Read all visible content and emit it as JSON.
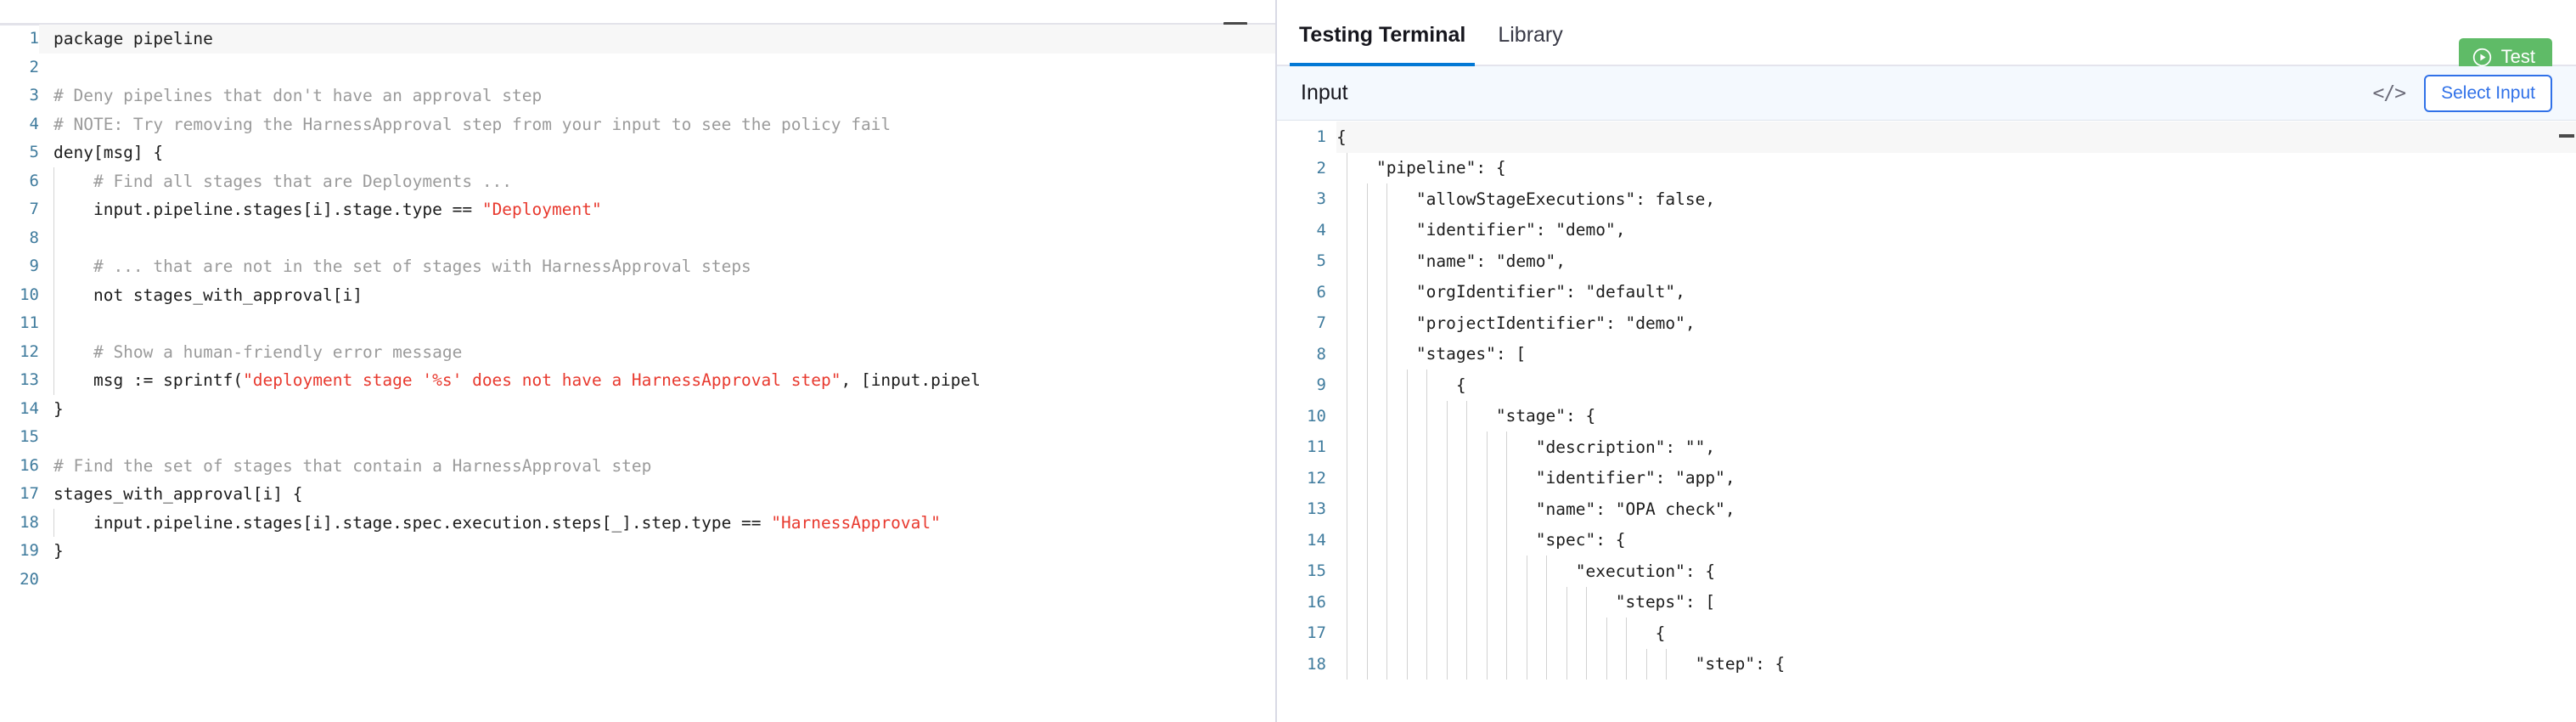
{
  "editor": {
    "language": "rego",
    "minimize_icon": "minimize-icon",
    "current_line": 1,
    "total_lines": 20,
    "lines": [
      {
        "n": 1,
        "indent": 0,
        "guide": false,
        "tokens": [
          {
            "t": "plain",
            "s": "package pipeline"
          }
        ]
      },
      {
        "n": 2,
        "indent": 0,
        "guide": false,
        "tokens": []
      },
      {
        "n": 3,
        "indent": 0,
        "guide": false,
        "tokens": [
          {
            "t": "cmt",
            "s": "# Deny pipelines that don't have an approval step"
          }
        ]
      },
      {
        "n": 4,
        "indent": 0,
        "guide": false,
        "tokens": [
          {
            "t": "cmt",
            "s": "# NOTE: Try removing the HarnessApproval step from your input to see the policy fail"
          }
        ]
      },
      {
        "n": 5,
        "indent": 0,
        "guide": false,
        "tokens": [
          {
            "t": "plain",
            "s": "deny[msg] {"
          }
        ]
      },
      {
        "n": 6,
        "indent": 1,
        "guide": true,
        "tokens": [
          {
            "t": "cmt",
            "s": "    # Find all stages that are Deployments ..."
          }
        ]
      },
      {
        "n": 7,
        "indent": 1,
        "guide": true,
        "tokens": [
          {
            "t": "plain",
            "s": "    input.pipeline.stages[i].stage.type == "
          },
          {
            "t": "str",
            "s": "\"Deployment\""
          }
        ]
      },
      {
        "n": 8,
        "indent": 1,
        "guide": true,
        "tokens": []
      },
      {
        "n": 9,
        "indent": 1,
        "guide": true,
        "tokens": [
          {
            "t": "cmt",
            "s": "    # ... that are not in the set of stages with HarnessApproval steps"
          }
        ]
      },
      {
        "n": 10,
        "indent": 1,
        "guide": true,
        "tokens": [
          {
            "t": "plain",
            "s": "    not stages_with_approval[i]"
          }
        ]
      },
      {
        "n": 11,
        "indent": 1,
        "guide": true,
        "tokens": []
      },
      {
        "n": 12,
        "indent": 1,
        "guide": true,
        "tokens": [
          {
            "t": "cmt",
            "s": "    # Show a human-friendly error message"
          }
        ]
      },
      {
        "n": 13,
        "indent": 1,
        "guide": true,
        "tokens": [
          {
            "t": "plain",
            "s": "    msg := sprintf("
          },
          {
            "t": "str",
            "s": "\"deployment stage '%s' does not have a HarnessApproval step\""
          },
          {
            "t": "plain",
            "s": ", [input.pipel"
          }
        ]
      },
      {
        "n": 14,
        "indent": 0,
        "guide": false,
        "tokens": [
          {
            "t": "plain",
            "s": "}"
          }
        ]
      },
      {
        "n": 15,
        "indent": 0,
        "guide": false,
        "tokens": []
      },
      {
        "n": 16,
        "indent": 0,
        "guide": false,
        "tokens": [
          {
            "t": "cmt",
            "s": "# Find the set of stages that contain a HarnessApproval step"
          }
        ]
      },
      {
        "n": 17,
        "indent": 0,
        "guide": false,
        "tokens": [
          {
            "t": "plain",
            "s": "stages_with_approval[i] {"
          }
        ]
      },
      {
        "n": 18,
        "indent": 1,
        "guide": true,
        "tokens": [
          {
            "t": "plain",
            "s": "    input.pipeline.stages[i].stage.spec.execution.steps[_].step.type == "
          },
          {
            "t": "str",
            "s": "\"HarnessApproval\""
          }
        ]
      },
      {
        "n": 19,
        "indent": 0,
        "guide": false,
        "tokens": [
          {
            "t": "plain",
            "s": "}"
          }
        ]
      },
      {
        "n": 20,
        "indent": 0,
        "guide": false,
        "tokens": []
      }
    ]
  },
  "terminal": {
    "tabs": [
      {
        "label": "Testing Terminal",
        "active": true
      },
      {
        "label": "Library",
        "active": false
      }
    ],
    "test_button": {
      "label": "Test",
      "icon": "play-circle-icon",
      "color": "#5fbb67"
    },
    "input_panel": {
      "label": "Input",
      "code_icon": "code-brackets-icon",
      "select_input_label": "Select Input",
      "accent_color": "#3071e8",
      "background_color": "#f4f9fe"
    },
    "json_editor": {
      "current_line": 1,
      "lines": [
        {
          "n": 1,
          "guides": 0,
          "code": "{"
        },
        {
          "n": 2,
          "guides": 1,
          "code": "    \"pipeline\": {"
        },
        {
          "n": 3,
          "guides": 3,
          "code": "        \"allowStageExecutions\": false,"
        },
        {
          "n": 4,
          "guides": 3,
          "code": "        \"identifier\": \"demo\","
        },
        {
          "n": 5,
          "guides": 3,
          "code": "        \"name\": \"demo\","
        },
        {
          "n": 6,
          "guides": 3,
          "code": "        \"orgIdentifier\": \"default\","
        },
        {
          "n": 7,
          "guides": 3,
          "code": "        \"projectIdentifier\": \"demo\","
        },
        {
          "n": 8,
          "guides": 3,
          "code": "        \"stages\": ["
        },
        {
          "n": 9,
          "guides": 5,
          "code": "            {"
        },
        {
          "n": 10,
          "guides": 7,
          "code": "                \"stage\": {"
        },
        {
          "n": 11,
          "guides": 9,
          "code": "                    \"description\": \"\","
        },
        {
          "n": 12,
          "guides": 9,
          "code": "                    \"identifier\": \"app\","
        },
        {
          "n": 13,
          "guides": 9,
          "code": "                    \"name\": \"OPA check\","
        },
        {
          "n": 14,
          "guides": 9,
          "code": "                    \"spec\": {"
        },
        {
          "n": 15,
          "guides": 11,
          "code": "                        \"execution\": {"
        },
        {
          "n": 16,
          "guides": 13,
          "code": "                            \"steps\": ["
        },
        {
          "n": 17,
          "guides": 15,
          "code": "                                {"
        },
        {
          "n": 18,
          "guides": 17,
          "code": "                                    \"step\": {"
        }
      ]
    }
  }
}
